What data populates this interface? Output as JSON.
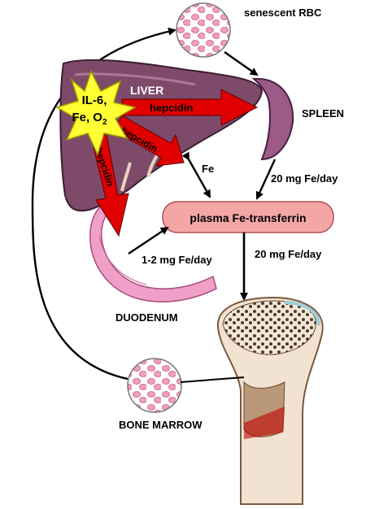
{
  "labels": {
    "senescent_rbc": "senescent RBC",
    "liver": "LIVER",
    "spleen": "SPLEEN",
    "duodenum": "DUODENUM",
    "bone_marrow": "BONE MARROW",
    "plasma": "plasma Fe-transferrin",
    "stimulus_line1": "IL-6,",
    "stimulus_line2": "Fe, O",
    "stimulus_sub": "2",
    "hepcidin": "hepcidin",
    "fe": "Fe",
    "spleen_flux": "20 mg Fe/day",
    "marrow_flux": "20 mg Fe/day",
    "duodenum_flux": "1-2 mg Fe/day"
  },
  "colors": {
    "liver": "#7e4a6a",
    "hepcidin_arrow": "#e00000",
    "star": "#ffff33",
    "rbc": "#f0a0b8",
    "plasma_box": "#f4a6a6",
    "duodenum": "#f0a0c8",
    "bone": "#f2e2d2",
    "spleen": "#9c5a86"
  }
}
